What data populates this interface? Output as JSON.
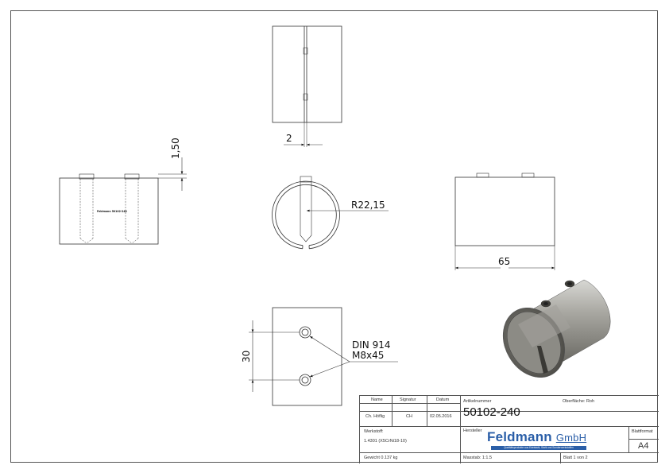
{
  "dimensions": {
    "gap": "2",
    "pin_height": "1,50",
    "radius": "R22,15",
    "length": "65",
    "hole_spacing": "30",
    "screw_line1": "DIN 914",
    "screw_line2": "M8x45"
  },
  "side_view_label": "Feldmann 50102-240",
  "title_block": {
    "headers": {
      "name": "Name",
      "signature": "Signatur",
      "date": "Datum"
    },
    "row": {
      "name": "Ch. Höflig",
      "signature": "CH",
      "date": "02.05.2016"
    },
    "article_label": "Artikelnummer",
    "article_number": "50102-240",
    "surface": "Oberfläche: Roh",
    "material_label": "Werkstoff:",
    "material": "1.4301 (X5CrNi18-10)",
    "manufacturer_label": "Hersteller",
    "logo_main": "Feldmann",
    "logo_suffix": "GmbH",
    "logo_tagline": "Qualitätsprodukte aus Edelstahl, Stahl und Sonderwerkstoffen",
    "format_label": "Blattformat",
    "format": "A4",
    "weight": "Gewicht 0.137 kg",
    "scale": "Masstab: 1:1.5",
    "sheet": "Blatt 1 von 2"
  }
}
